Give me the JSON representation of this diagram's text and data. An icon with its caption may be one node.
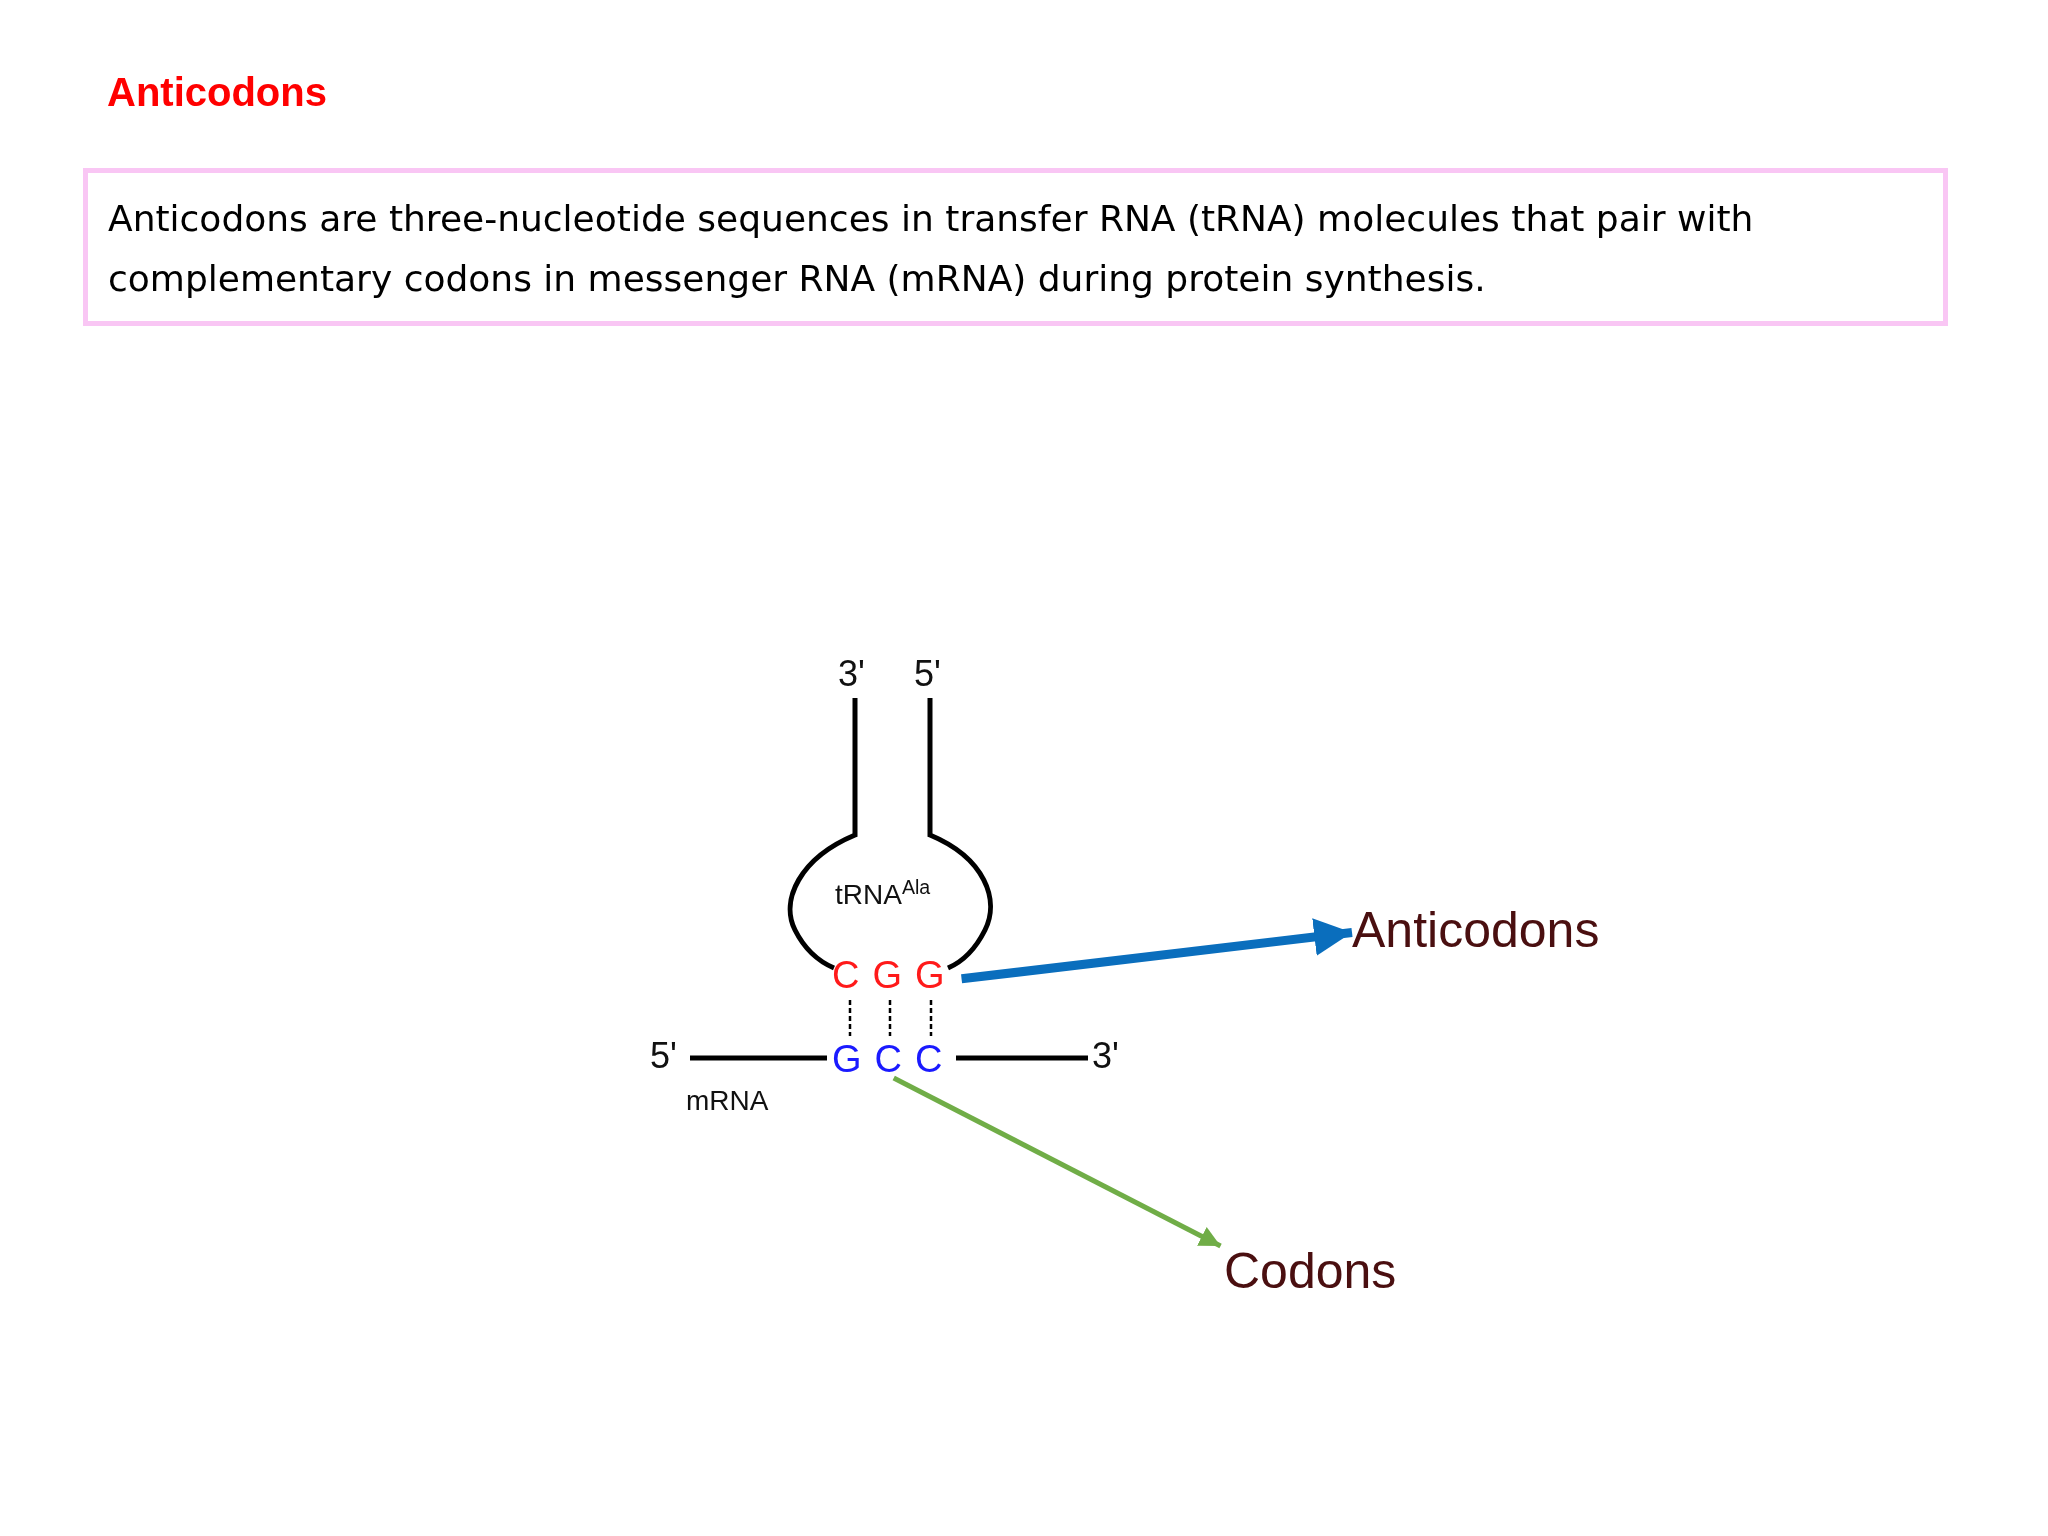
{
  "diagram": {
    "title": "Anticodons",
    "nodes": [
      {
        "text": [
          "Anticodons are three-nucleotide sequences in transfer RNA (tRNA) molecules that pair with complementary codons in messenger RNA (mRNA) during protein synthesis."
        ]
      },
      {
        "text": [
          "CGG"
        ]
      },
      {
        "text": [
          "GCC"
        ]
      },
      {
        "text": [
          "Anticodons"
        ]
      },
      {
        "text": [
          "Codons"
        ]
      }
    ],
    "edges": [
      {
        "from": 1,
        "to": 3,
        "arrow": "to",
        "style": "thick",
        "color": "#0a6ebd"
      },
      {
        "from": 2,
        "to": 4,
        "arrow": "to",
        "color": "#70ad47"
      }
    ],
    "labels": [
      "3'",
      "5'",
      "tRNA$^{Ala}$",
      "5'",
      "3'",
      "mRNA"
    ]
  }
}
